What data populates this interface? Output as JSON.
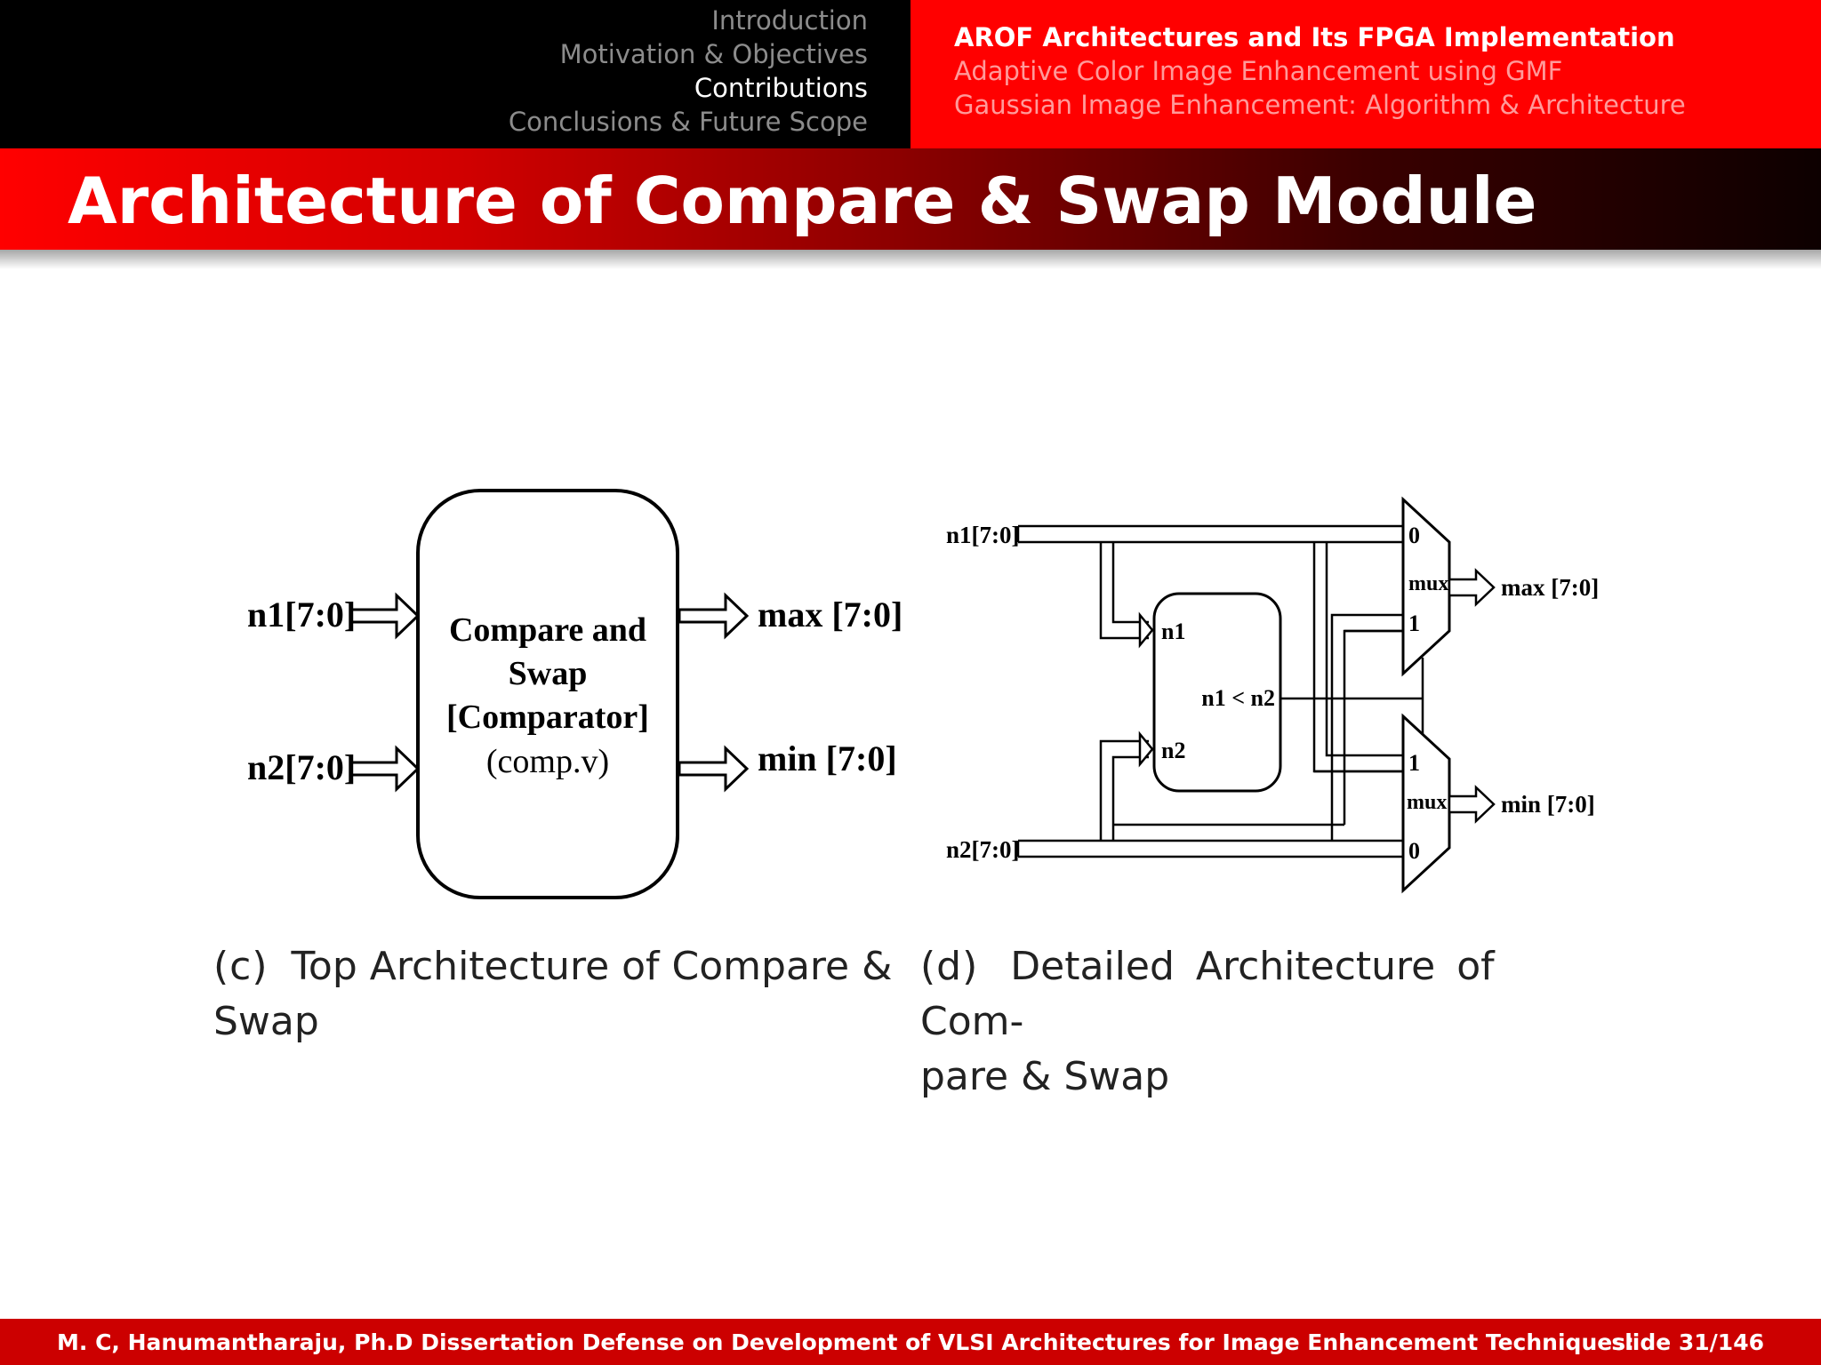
{
  "nav": {
    "sections": [
      "Introduction",
      "Motivation & Objectives",
      "Contributions",
      "Conclusions & Future Scope"
    ],
    "active_section": "Contributions",
    "subsections": [
      "AROF Architectures and Its FPGA Implementation",
      "Adaptive Color Image Enhancement using GMF",
      "Gaussian Image Enhancement: Algorithm & Architecture"
    ],
    "active_subsection": "AROF Architectures and Its FPGA Implementation"
  },
  "slide_title": "Architecture of Compare & Swap Module",
  "figure_c": {
    "input1": "n1[7:0]",
    "input2": "n2[7:0]",
    "block_line1": "Compare and",
    "block_line2": "Swap",
    "block_line3": "[Comparator]",
    "block_line4": "(comp.v)",
    "output1": "max [7:0]",
    "output2": "min [7:0]",
    "caption_label": "(c)",
    "caption_line1": "Top Architecture of Compare &",
    "caption_line2": "Swap"
  },
  "figure_d": {
    "input1": "n1[7:0]",
    "input2": "n2[7:0]",
    "comp_in1": "n1",
    "comp_in2": "n2",
    "comp_out": "n1 < n2",
    "mux_label": "mux",
    "mux_top_in0": "0",
    "mux_top_in1": "1",
    "mux_bot_in1": "1",
    "mux_bot_in0": "0",
    "output1": "max [7:0]",
    "output2": "min [7:0]",
    "caption_label": "(d)",
    "caption_line1": "Detailed Architecture of Com-",
    "caption_line2": "pare & Swap"
  },
  "footer": {
    "text": "M. C, Hanumantharaju, Ph.D Dissertation Defense on Development of VLSI Architectures for Image Enhancement Techniques:",
    "slide_number": "slide 31/146"
  }
}
